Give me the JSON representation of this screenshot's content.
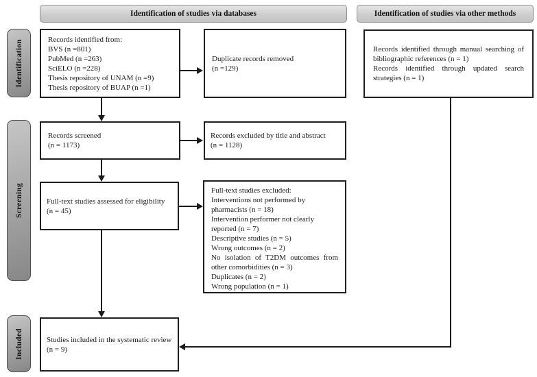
{
  "figure": {
    "headers": {
      "databases": "Identification of studies via databases",
      "other_methods": "Identification of studies via other methods"
    },
    "stage_labels": {
      "identification": "Identification",
      "screening": "Screening",
      "included": "Included"
    },
    "boxes": {
      "records_identified": {
        "lines": [
          "Records identified from:",
          "BVS (n =801)",
          "PubMed (n =263)",
          "SciELO (n =228)",
          "Thesis repository of UNAM (n =9)",
          "Thesis repository of BUAP (n =1)"
        ]
      },
      "duplicate_records_removed": {
        "lines": [
          "Duplicate records removed",
          "(n =129)"
        ]
      },
      "other_methods_records": {
        "paragraphs": [
          "Records identified through manual searching of bibliographic references (n = 1)",
          "Records identified through updated search strategies (n = 1)"
        ]
      },
      "records_screened": {
        "lines": [
          "Records screened",
          "(n = 1173)"
        ]
      },
      "records_excluded_title_abstract": {
        "lines": [
          "Records excluded by title and abstract",
          "(n = 1128)"
        ]
      },
      "full_text_assessed": {
        "lines": [
          "Full-text studies assessed for eligibility",
          "(n = 45)"
        ]
      },
      "full_text_excluded": {
        "lines": [
          "Full-text studies excluded:",
          "Interventions not performed by pharmacists (n = 18)",
          "Intervention performer not clearly reported (n = 7)",
          "Descriptive studies (n = 5)",
          "Wrong outcomes (n = 2)",
          "No isolation of T2DM outcomes from other comorbidities (n = 3)",
          "Duplicates (n = 2)",
          "Wrong population (n = 1)"
        ]
      },
      "studies_included": {
        "lines": [
          "Studies included in the systematic review",
          "(n = 9)"
        ]
      }
    }
  }
}
